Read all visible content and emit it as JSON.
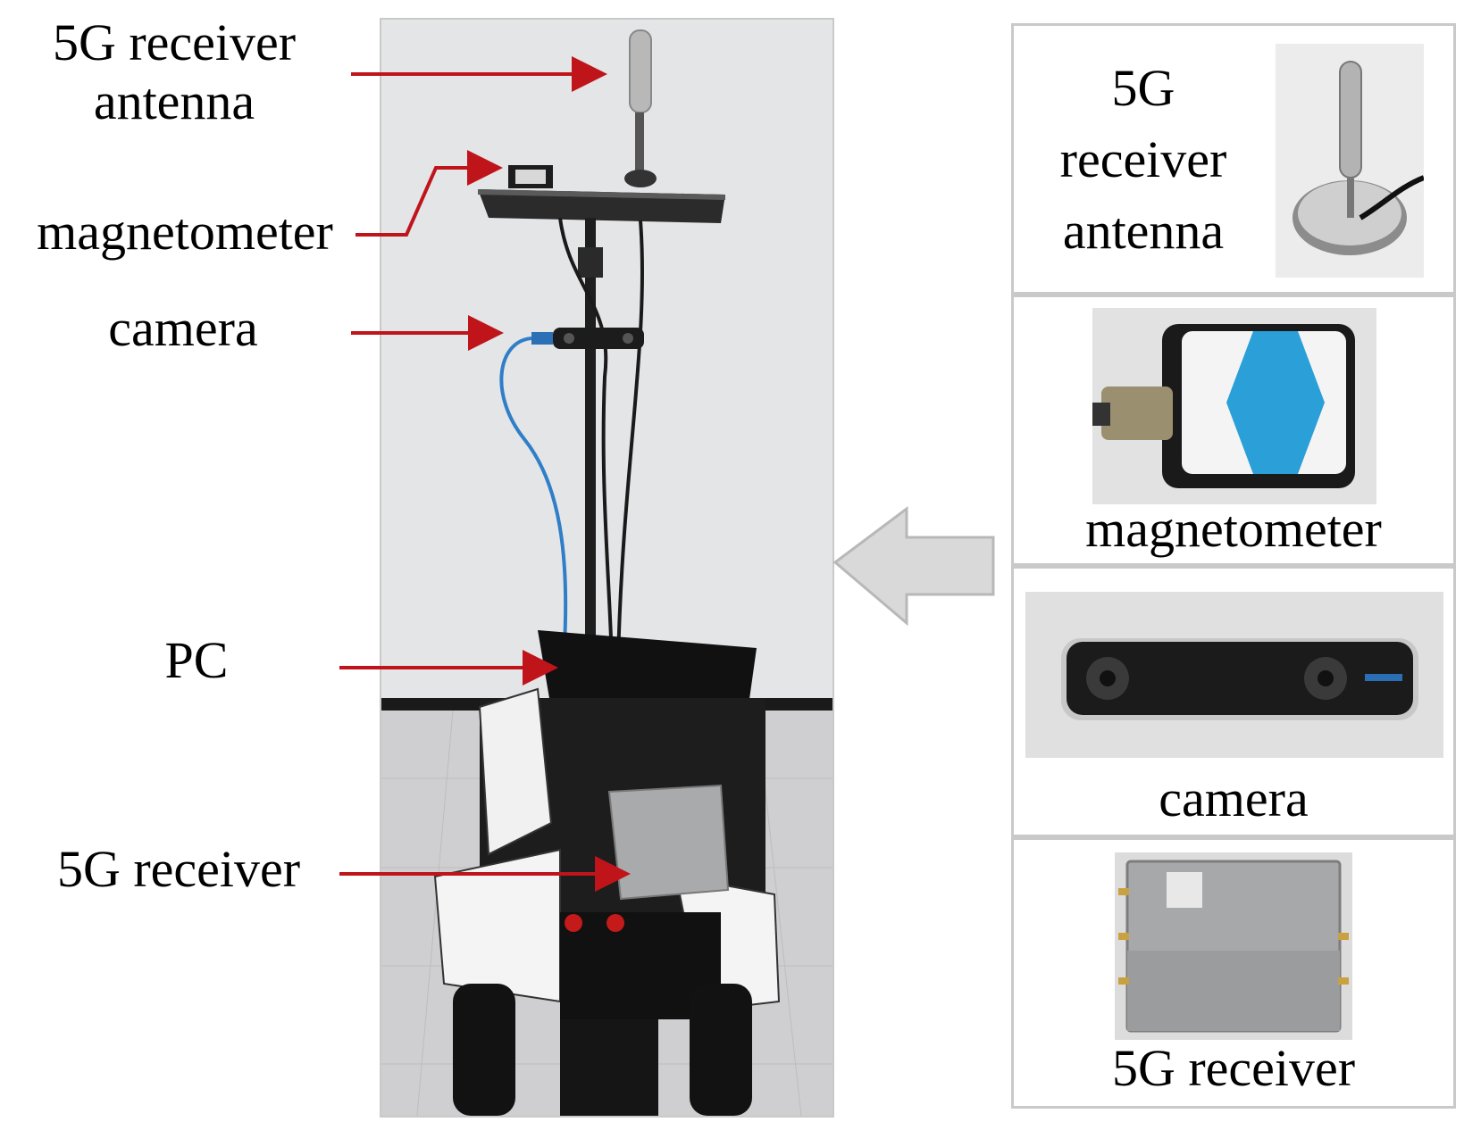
{
  "left_labels": {
    "antenna_line1": "5G receiver",
    "antenna_line2": "antenna",
    "magnetometer": "magnetometer",
    "camera": "camera",
    "pc": "PC",
    "receiver": "5G receiver"
  },
  "right_panels": {
    "antenna_line1": "5G",
    "antenna_line2": "receiver",
    "antenna_line3": "antenna",
    "magnetometer": "magnetometer",
    "camera": "camera",
    "receiver": "5G receiver"
  },
  "colors": {
    "arrow": "#c0141b",
    "panel_border": "#c9c9c9",
    "big_arrow_fill": "#d9d9d9",
    "big_arrow_stroke": "#b8b8b8",
    "wall": "#e4e6e8",
    "floor": "#d2d2d4",
    "magnetometer_blue": "#2a9fd8"
  }
}
